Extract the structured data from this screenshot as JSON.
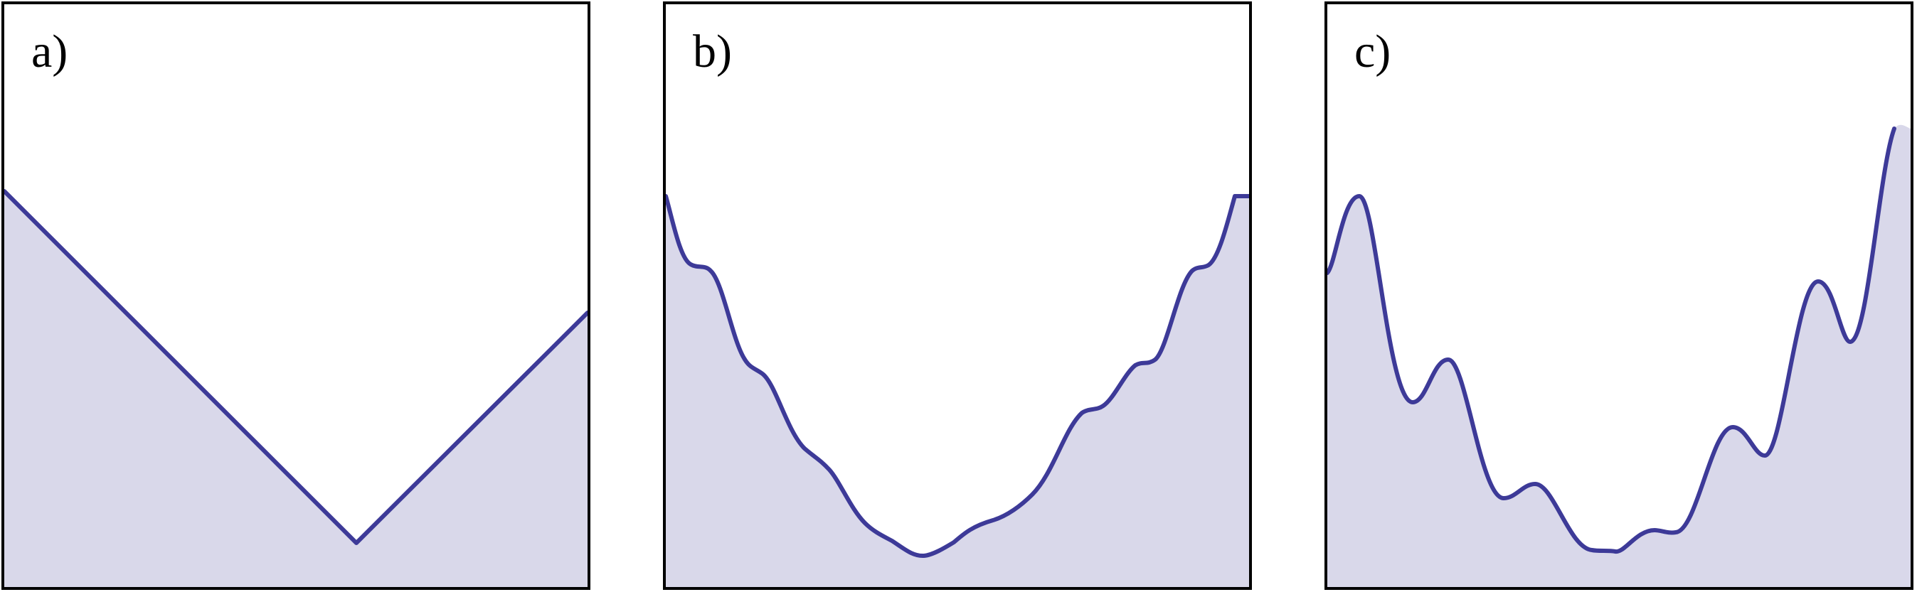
{
  "style": {
    "fill_color": "#d9d8ea",
    "line_color": "#3d3a98",
    "border_color": "#000000"
  },
  "panels": [
    {
      "label": "a)",
      "shape": "single V-shaped minimum with two straight slopes"
    },
    {
      "label": "b)",
      "shape": "broad U-shaped minimum with small ripples"
    },
    {
      "label": "c)",
      "shape": "rugged profile with many local minima"
    }
  ]
}
